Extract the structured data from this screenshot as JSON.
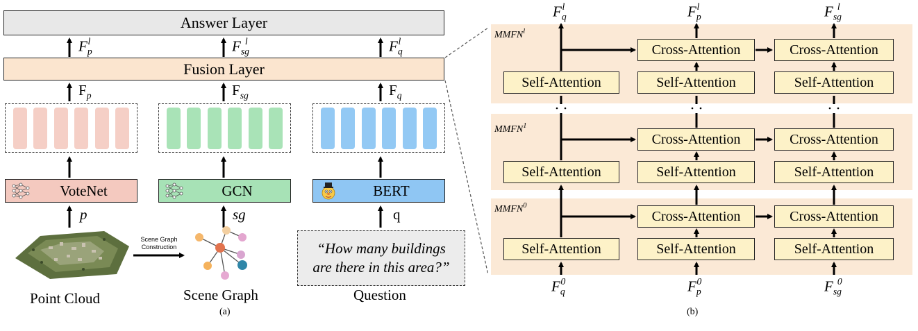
{
  "part_a": {
    "answer_layer": "Answer Layer",
    "fusion_layer": "Fusion Layer",
    "fusion_out_labels": [
      {
        "base": "F",
        "sub": "p",
        "sup": "l"
      },
      {
        "base": "F",
        "sub": "sg",
        "sup": "l"
      },
      {
        "base": "F",
        "sub": "q",
        "sup": "l"
      }
    ],
    "feature_labels": [
      {
        "base": "F",
        "sub": "p"
      },
      {
        "base": "F",
        "sub": "sg"
      },
      {
        "base": "F",
        "sub": "q"
      }
    ],
    "encoders": [
      {
        "name": "VoteNet",
        "fill": "#f4c9bf",
        "bar_color": "#f5cfc6",
        "icon": "neural-network-icon"
      },
      {
        "name": "GCN",
        "fill": "#a7e2b6",
        "bar_color": "#a9e3b7",
        "icon": "neural-network-icon"
      },
      {
        "name": "BERT",
        "fill": "#8fc6f3",
        "bar_color": "#93c9f4",
        "icon": "bert-character-icon"
      }
    ],
    "inputs": [
      "p",
      "sg",
      "q"
    ],
    "scene_graph_construction": [
      "Scene Graph",
      "Construction"
    ],
    "question_text": [
      "“How many buildings",
      "are there in this area?”"
    ],
    "bottom_labels": [
      "Point Cloud",
      "Scene Graph",
      "Question"
    ],
    "caption": "(a)"
  },
  "part_b": {
    "outputs_top": [
      {
        "base": "F",
        "sub": "q",
        "sup": "l"
      },
      {
        "base": "F",
        "sub": "p",
        "sup": "l"
      },
      {
        "base": "F",
        "sub": "sg",
        "sup": "l"
      }
    ],
    "inputs_bottom": [
      {
        "base": "F",
        "sub": "q",
        "sup": "0"
      },
      {
        "base": "F",
        "sub": "p",
        "sup": "0"
      },
      {
        "base": "F",
        "sub": "sg",
        "sup": "0"
      }
    ],
    "layers": [
      {
        "title_base": "MMFN",
        "title_sup": "l"
      },
      {
        "title_base": "MMFN",
        "title_sup": "1"
      },
      {
        "title_base": "MMFN",
        "title_sup": "0"
      }
    ],
    "self_attention": "Self-Attention",
    "cross_attention": "Cross-Attention",
    "caption": "(b)"
  },
  "colors": {
    "panel_bg": "#fbe9d6",
    "attention_box": "#fdf2c8",
    "fusion_layer": "#fbe5cf",
    "answer_layer": "#e8e8e8"
  }
}
